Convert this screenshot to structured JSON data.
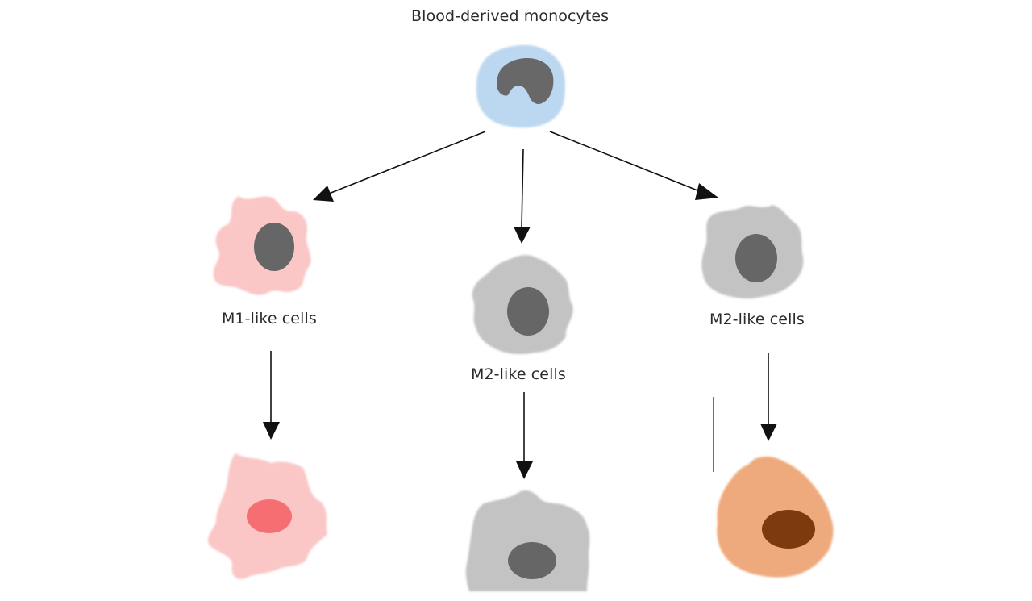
{
  "title": "Blood-derived monocytes",
  "labels": {
    "m1": "M1-like cells",
    "m2_center": "M2-like cells",
    "m2_right": "M2-like cells"
  },
  "colors": {
    "monocyte_body": "#bcd8f0",
    "monocyte_nucleus": "#686868",
    "m1_body": "#fbc6c6",
    "m1_final_nucleus": "#f56f72",
    "grey_body": "#c3c3c3",
    "grey_nucleus": "#666666",
    "orange_body": "#eeaa7c",
    "orange_nucleus": "#7c3a0e",
    "arrow": "#111111"
  }
}
